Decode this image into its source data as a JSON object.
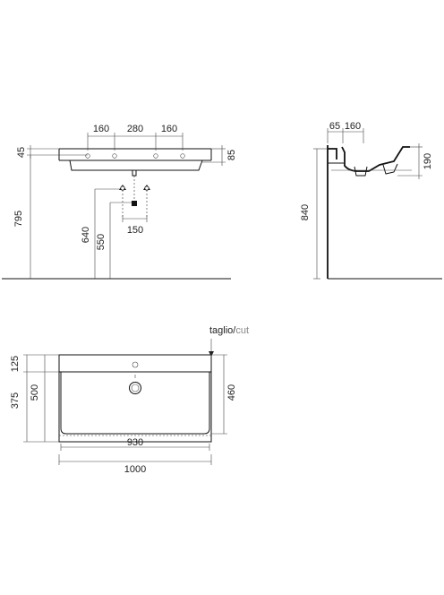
{
  "front_view": {
    "dims": {
      "d160_left": "160",
      "d280": "280",
      "d160_right": "160",
      "d45": "45",
      "d85": "85",
      "d795": "795",
      "d640": "640",
      "d550": "550",
      "d150": "150"
    }
  },
  "side_view": {
    "dims": {
      "d65": "65",
      "d160": "160",
      "d190": "190",
      "d840": "840"
    }
  },
  "top_view": {
    "cut_label_a": "taglio/",
    "cut_label_b": "cut",
    "dims": {
      "d125": "125",
      "d375": "375",
      "d500": "500",
      "d460": "460",
      "d930": "930",
      "d1000": "1000"
    }
  }
}
